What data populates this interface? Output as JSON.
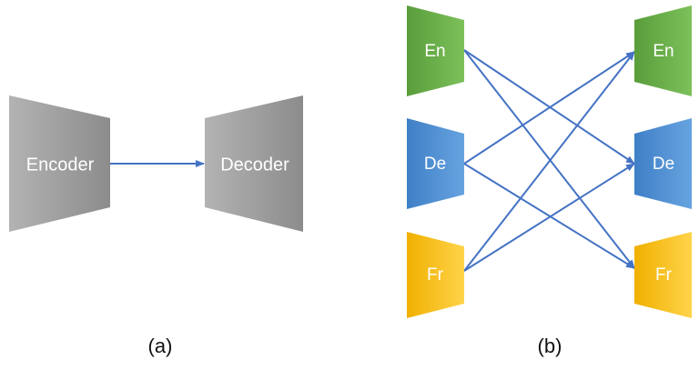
{
  "panel_a": {
    "encoder_label": "Encoder",
    "decoder_label": "Decoder",
    "caption": "(a)"
  },
  "panel_b": {
    "encoders": [
      {
        "label": "En",
        "color": "#6aa84f"
      },
      {
        "label": "De",
        "color": "#4a86c8"
      },
      {
        "label": "Fr",
        "color": "#f2b705"
      }
    ],
    "decoders": [
      {
        "label": "En",
        "color": "#6aa84f"
      },
      {
        "label": "De",
        "color": "#4a86c8"
      },
      {
        "label": "Fr",
        "color": "#f2b705"
      }
    ],
    "caption": "(b)"
  },
  "colors": {
    "grey_shape": "#9e9e9e",
    "arrow": "#4472c4"
  }
}
